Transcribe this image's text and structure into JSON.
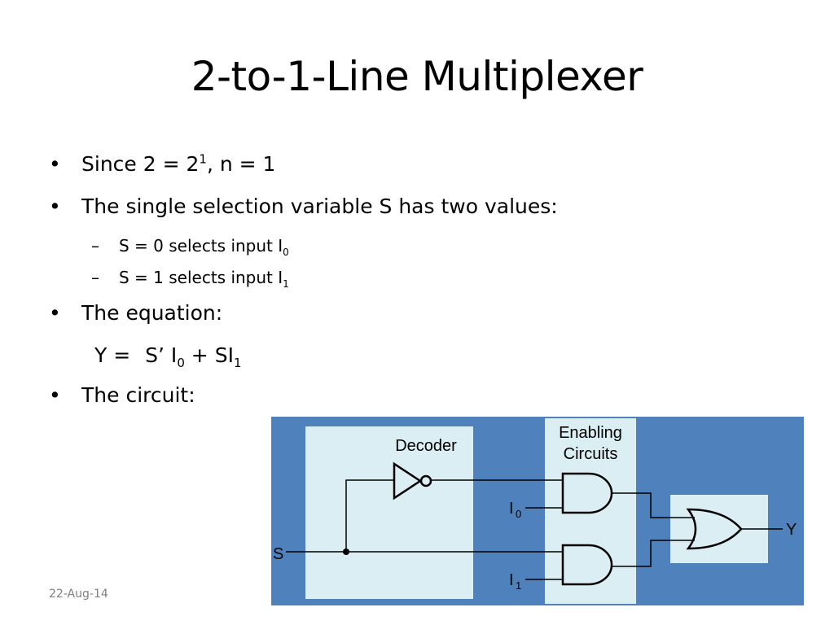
{
  "slide": {
    "title": "2-to-1-Line Multiplexer",
    "date": "22-Aug-14"
  },
  "bullets": {
    "b1": {
      "pre": "Since 2 = 2",
      "sup": "1",
      "post": ", n = 1"
    },
    "b2": "The single selection variable S has two values:",
    "s1": {
      "text": "S = 0 selects input I",
      "sub": "0"
    },
    "s2": {
      "text": "S = 1 selects input I",
      "sub": "1"
    },
    "b3": "The equation:",
    "eq": {
      "lhs": "Y =",
      "t1": "S’ I",
      "t1sub": "0",
      "plus": " + SI",
      "t2sub": "1"
    },
    "b4": "The circuit:",
    "bullet_char": "•",
    "dash_char": "–"
  },
  "circuit": {
    "decoder_label": "Decoder",
    "enabling_label_1": "Enabling",
    "enabling_label_2": "Circuits",
    "input_s": "S",
    "input_i0": "I",
    "input_i0_sub": "0",
    "input_i1": "I",
    "input_i1_sub": "1",
    "output_y": "Y",
    "colors": {
      "background": "#4f81bd",
      "panel": "#daeef3",
      "line": "#000000"
    }
  }
}
